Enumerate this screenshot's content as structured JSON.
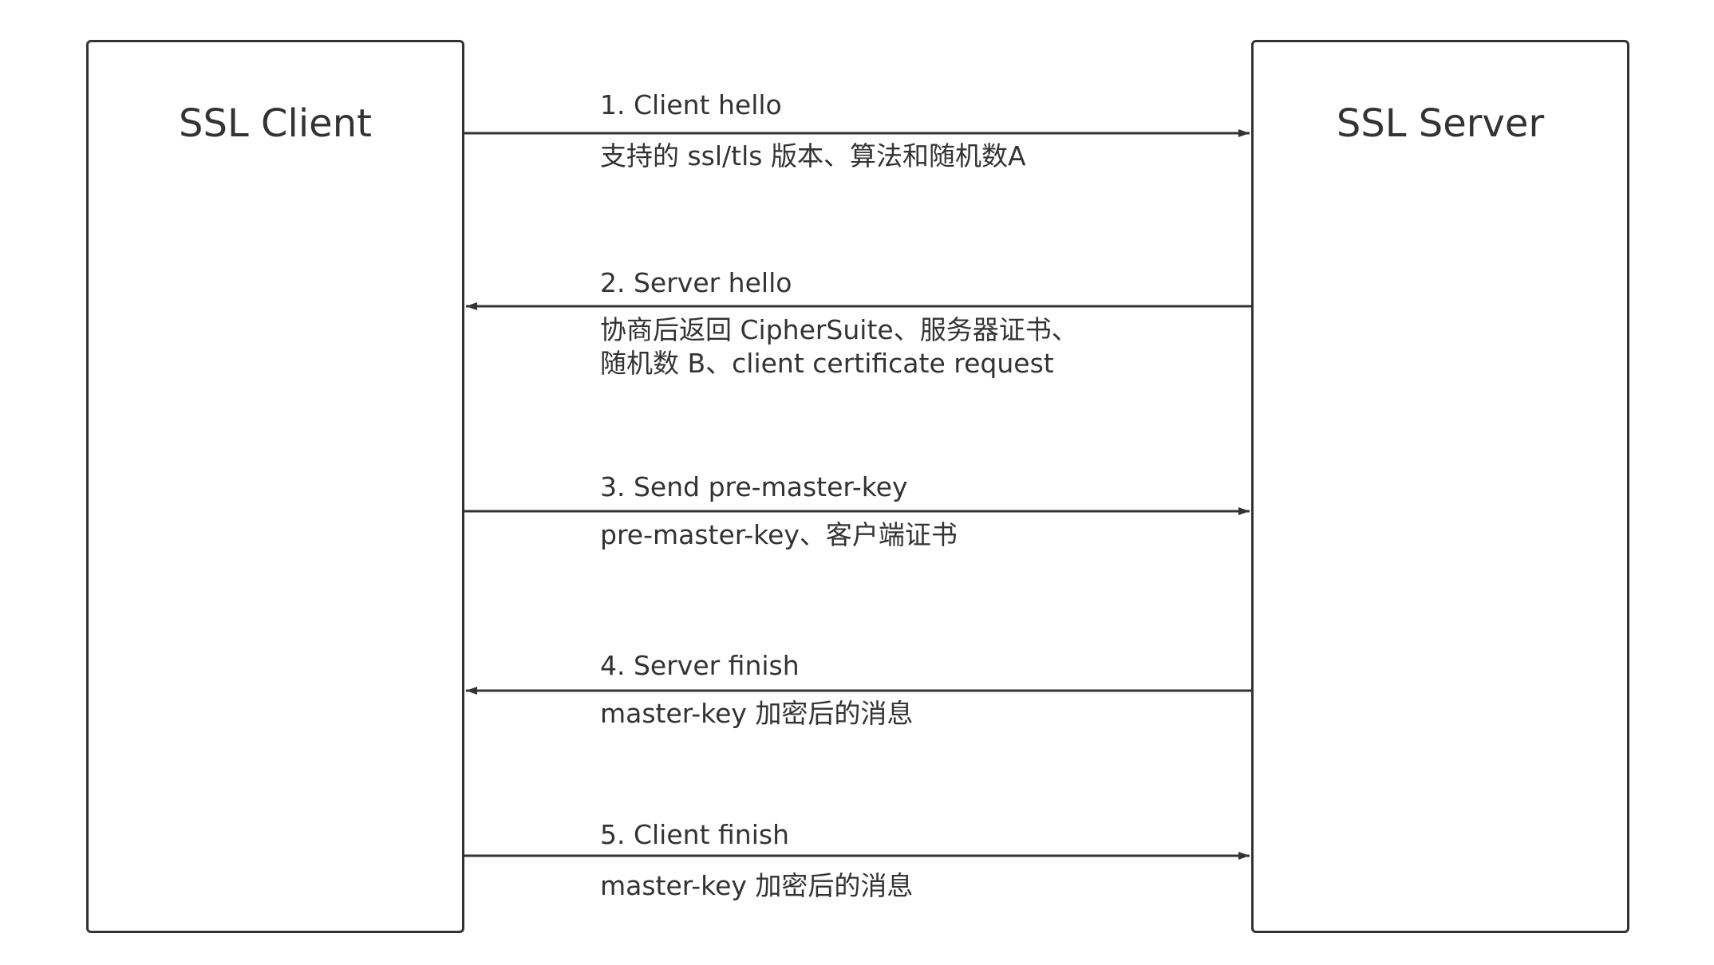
{
  "client": {
    "title": "SSL Client"
  },
  "server": {
    "title": "SSL Server"
  },
  "messages": [
    {
      "title": "1.  Client hello",
      "direction": "client-to-server",
      "description": [
        "支持的 ssl/tls 版本、算法和随机数A"
      ]
    },
    {
      "title": "2.  Server hello",
      "direction": "server-to-client",
      "description": [
        "协商后返回 CipherSuite、服务器证书、",
        "随机数 B、client certificate request"
      ]
    },
    {
      "title": "3.  Send pre-master-key",
      "direction": "client-to-server",
      "description": [
        "pre-master-key、客户端证书"
      ]
    },
    {
      "title": "4.  Server finish",
      "direction": "server-to-client",
      "description": [
        "master-key 加密后的消息"
      ]
    },
    {
      "title": "5.  Client finish",
      "direction": "client-to-server",
      "description": [
        "master-key 加密后的消息"
      ]
    }
  ],
  "colors": {
    "stroke": "#333333",
    "text": "#333333",
    "background": "#ffffff"
  }
}
